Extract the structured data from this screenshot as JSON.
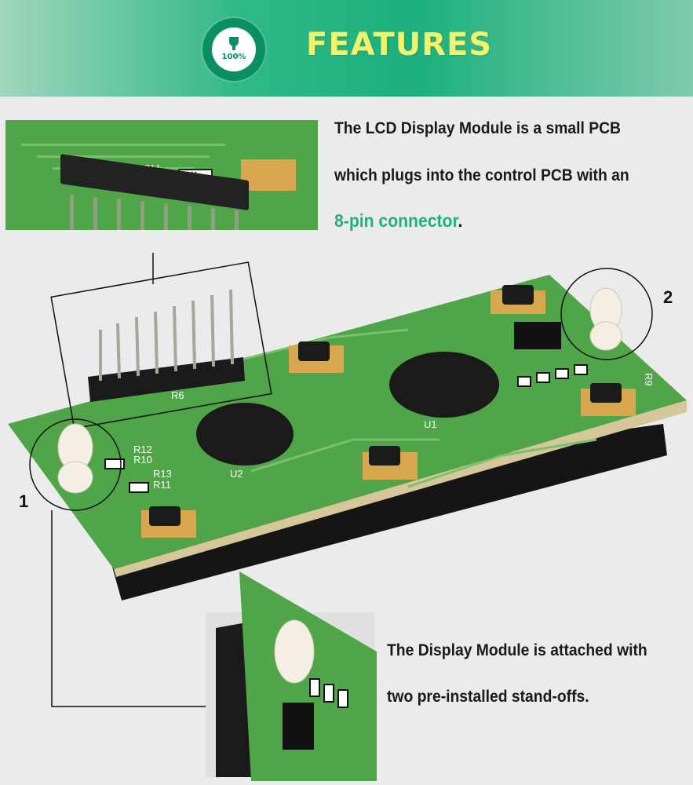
{
  "header": {
    "badge_label": "100%",
    "title": "FEATURES"
  },
  "features": {
    "line1": "The LCD Display Module is a small PCB",
    "line2": "which plugs into the control PCB with an",
    "highlight": "8-pin connector",
    "line3_suffix": ".",
    "line4": "The Display Module is attached with",
    "line5": "two pre-installed stand-offs."
  },
  "callouts": {
    "one": "1",
    "two": "2"
  },
  "board_labels": {
    "r12": "R12",
    "r10": "R10",
    "r13": "R13",
    "r11": "R11",
    "r6": "R6",
    "u2": "U2",
    "u1": "U1",
    "r9": "R9",
    "r8": "R8",
    "r101": "101"
  },
  "colors": {
    "accent": "#1fb07d",
    "title_yellow": "#f3f36b",
    "pcb_green": "#4fa548"
  }
}
